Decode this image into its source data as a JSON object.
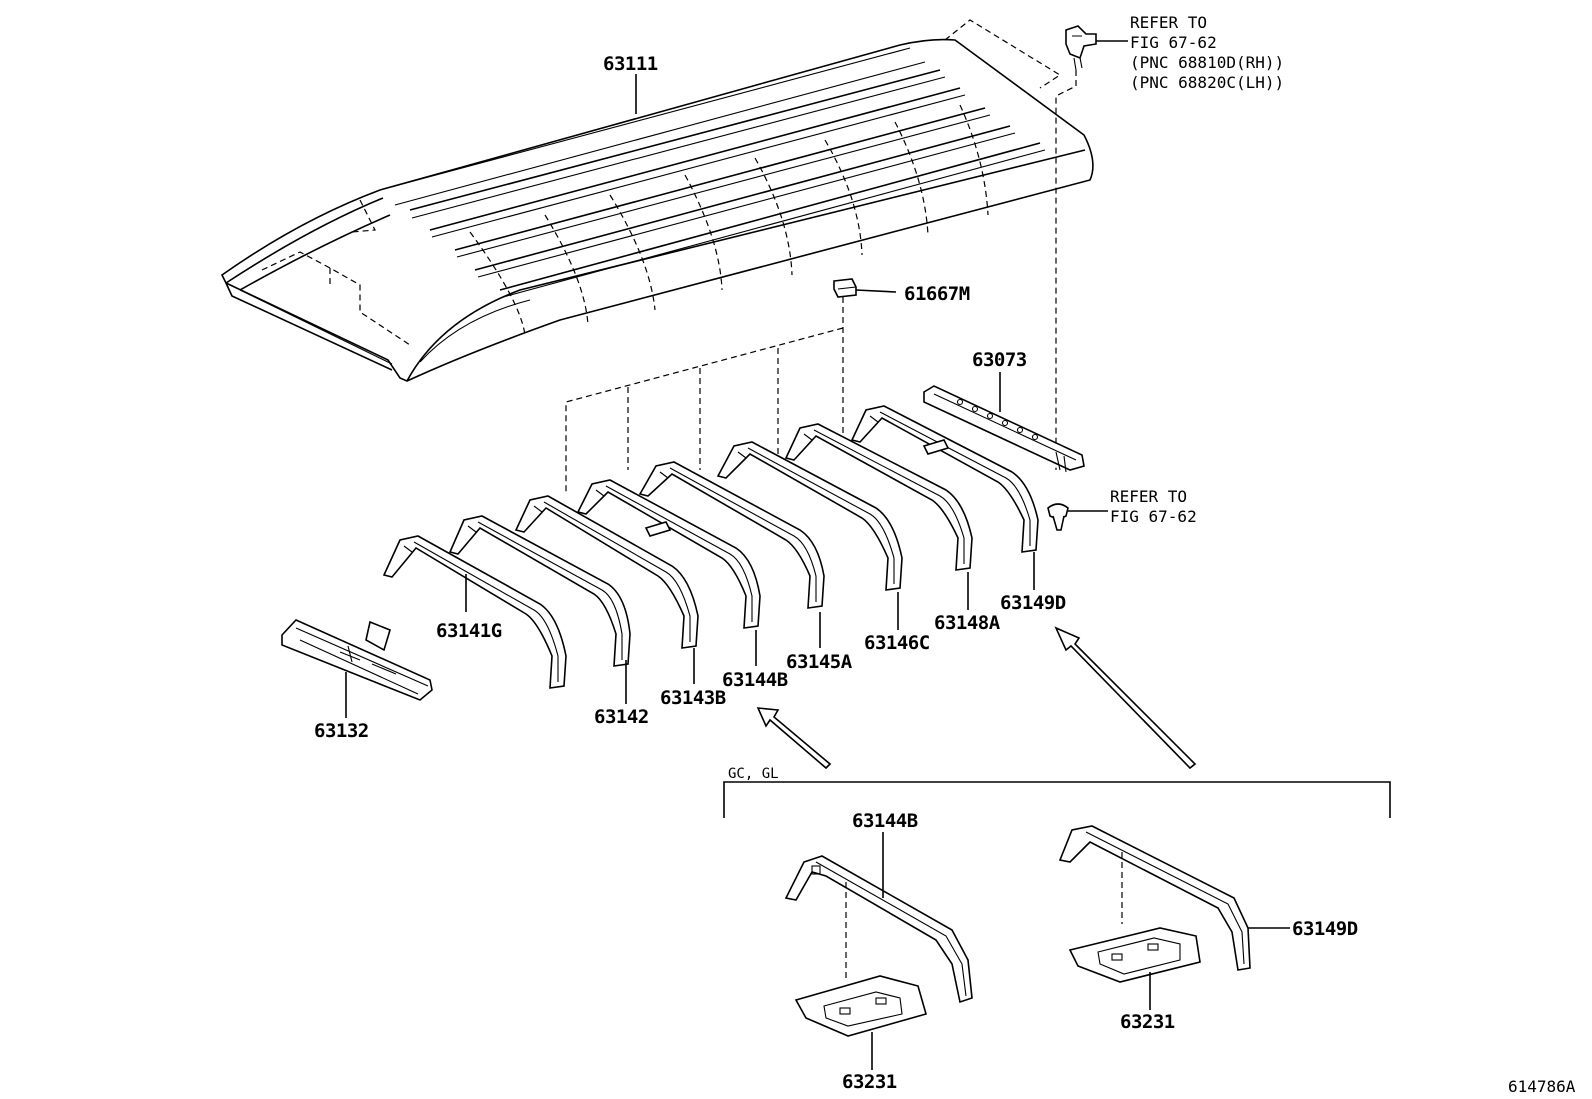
{
  "figure_id": "614786A",
  "parts": {
    "roof_panel": "63111",
    "spacer": "61667M",
    "front_header": "63132",
    "rear_header": "63073",
    "bow_1": "63141G",
    "bow_2": "63142",
    "bow_3": "63143B",
    "bow_4": "63144B",
    "bow_5": "63145A",
    "bow_6": "63146C",
    "bow_7": "63148A",
    "bow_8": "63149D",
    "detail_bow_a": "63144B",
    "detail_bow_b": "63149D",
    "detail_plate_a": "63231",
    "detail_plate_b": "63231"
  },
  "refer_top": {
    "line1": "REFER TO",
    "line2": "FIG 67-62",
    "line3": "(PNC 68810D(RH))",
    "line4": "(PNC 68820C(LH))"
  },
  "refer_clip": {
    "line1": "REFER TO",
    "line2": "FIG 67-62"
  },
  "detail_group": "GC, GL"
}
